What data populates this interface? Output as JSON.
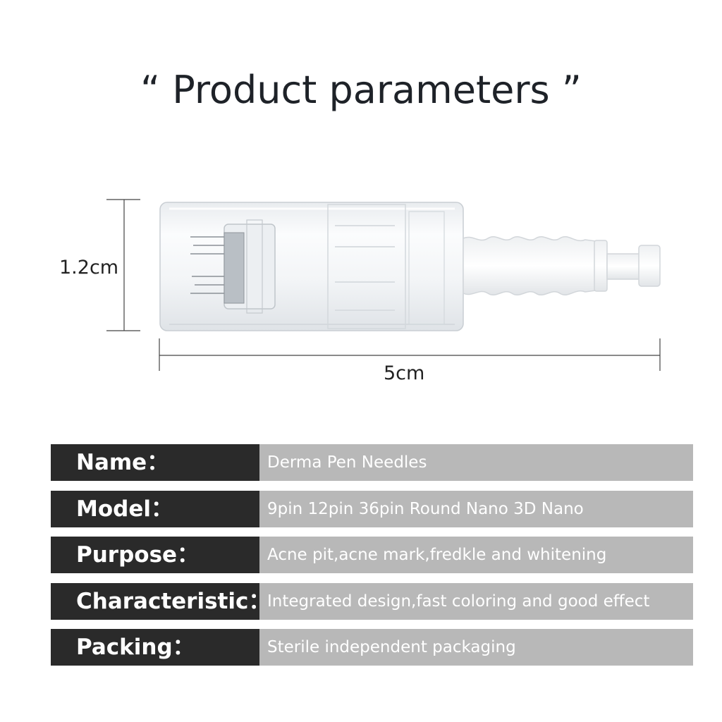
{
  "title": "“ Product parameters ”",
  "dimensions": {
    "height_label": "1.2cm",
    "width_label": "5cm"
  },
  "params": [
    {
      "label": "Name：",
      "value": "Derma Pen Needles"
    },
    {
      "label": "Model：",
      "value": "9pin 12pin 36pin Round Nano 3D Nano"
    },
    {
      "label": "Purpose：",
      "value": "Acne pit,acne mark,fredkle and whitening"
    },
    {
      "label": "Characteristic：",
      "value": "Integrated design,fast coloring and good effect"
    },
    {
      "label": "Packing：",
      "value": "Sterile independent packaging"
    }
  ]
}
